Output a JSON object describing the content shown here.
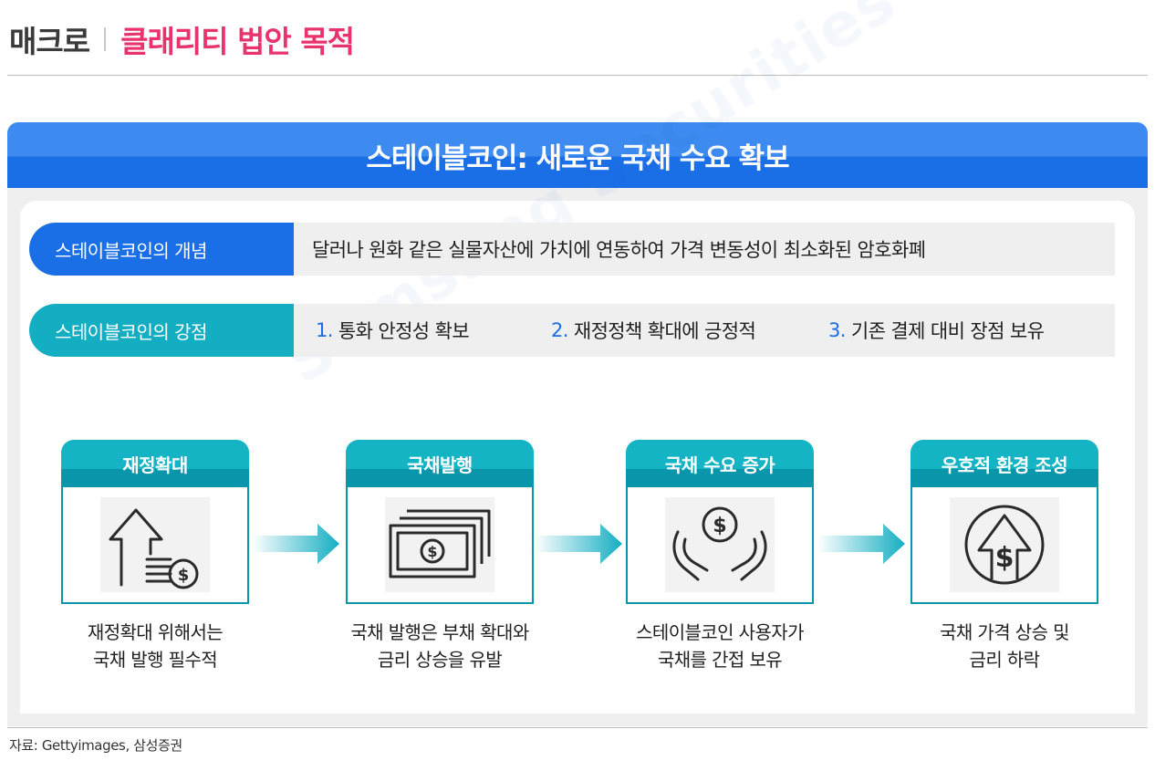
{
  "header": {
    "section": "매크로",
    "title": "클래리티 법안 목적"
  },
  "panel": {
    "title": "스테이블코인: 새로운 국채 수요 확보",
    "concept": {
      "label": "스테이블코인의 개념",
      "text": "달러나 원화 같은 실물자산에 가치에 연동하여 가격 변동성이 최소화된 암호화폐"
    },
    "strengths": {
      "label": "스테이블코인의 강점",
      "items": [
        {
          "num": "1.",
          "text": "통화 안정성 확보"
        },
        {
          "num": "2.",
          "text": "재정정책 확대에 긍정적"
        },
        {
          "num": "3.",
          "text": "기존 결제 대비 장점 보유"
        }
      ]
    },
    "watermark": "Samsung Securities",
    "steps": [
      {
        "title": "재정확대",
        "icon": "arrow-up-coins-icon",
        "desc_line1": "재정확대 위해서는",
        "desc_line2": "국채 발행 필수적"
      },
      {
        "title": "국채발행",
        "icon": "banknotes-icon",
        "desc_line1": "국채 발행은 부채 확대와",
        "desc_line2": "금리 상승을 유발"
      },
      {
        "title": "국채 수요 증가",
        "icon": "hands-coin-icon",
        "desc_line1": "스테이블코인 사용자가",
        "desc_line2": "국채를 간접 보유"
      },
      {
        "title": "우호적 환경 조성",
        "icon": "dollar-arrow-up-icon",
        "desc_line1": "국채 가격 상승 및",
        "desc_line2": "금리 하락"
      }
    ]
  },
  "source": "자료: Gettyimages, 삼성증권",
  "colors": {
    "accent_pink": "#e8336d",
    "brand_blue": "#1a6ee6",
    "teal": "#14aec2"
  }
}
